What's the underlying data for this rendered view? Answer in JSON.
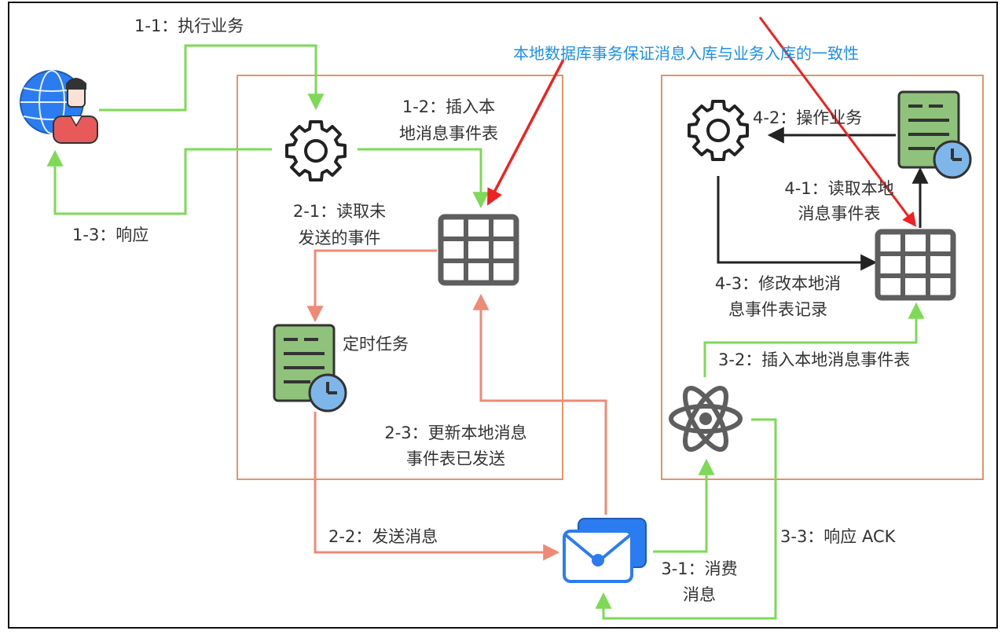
{
  "annotation": "本地数据库事务保证消息入库与业务入库的一致性",
  "labels": {
    "l_1_1": "1-1：执行业务",
    "l_1_2_a": "1-2：插入本",
    "l_1_2_b": "地消息事件表",
    "l_1_3": "1-3：响应",
    "l_2_1_a": "2-1：读取未",
    "l_2_1_b": "发送的事件",
    "l_timer": "定时任务",
    "l_2_2": "2-2：发送消息",
    "l_2_3_a": "2-3：更新本地消息",
    "l_2_3_b": "事件表已发送",
    "l_3_1_a": "3-1：消费",
    "l_3_1_b": "消息",
    "l_3_2": "3-2：插入本地消息事件表",
    "l_3_3": "3-3：响应 ACK",
    "l_4_1_a": "4-1：读取本地",
    "l_4_1_b": "消息事件表",
    "l_4_2": "4-2：操作业务",
    "l_4_3_a": "4-3：修改本地消",
    "l_4_3_b": "息事件表记录"
  },
  "colors": {
    "green": "#7ed957",
    "salmon": "#ef8a76",
    "black": "#222222",
    "box": "#e0956a",
    "red": "#ee2222",
    "blue_text": "#1e8fe8",
    "gray_icon": "#5e5e5e",
    "doc_green": "#8fc27a",
    "clock_blue": "#7fb6ea",
    "mail_blue": "#2b7cf0"
  },
  "icons": {
    "user": "user-globe-icon",
    "gear": "gear-icon",
    "table": "table-grid-icon",
    "doc_timer": "scheduled-document-icon",
    "mail": "mail-envelope-icon",
    "atom": "atom-icon"
  }
}
